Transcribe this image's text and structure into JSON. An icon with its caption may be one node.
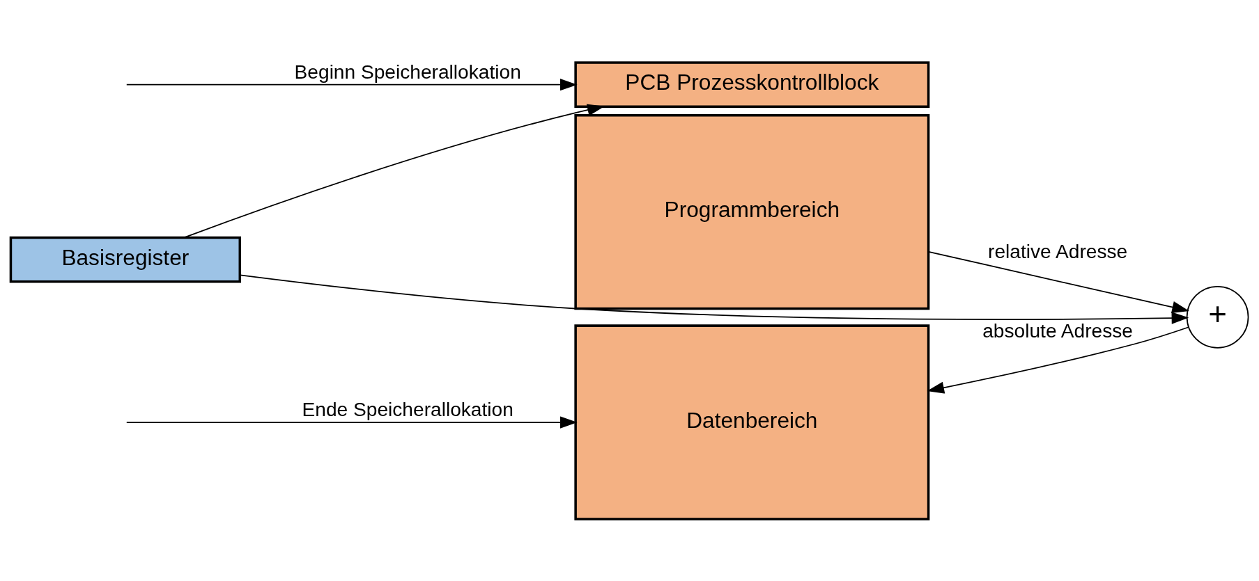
{
  "diagram": {
    "nodes": [
      {
        "text": [
          "Basisregister"
        ]
      },
      {
        "text": [
          "PCB Prozesskontrollblock"
        ]
      },
      {
        "text": [
          "Programmbereich"
        ]
      },
      {
        "text": [
          "Datenbereich"
        ]
      },
      {
        "text": [
          "+"
        ]
      }
    ],
    "edges": [
      {
        "from": null,
        "to": 1,
        "arrow": "to",
        "label": "Beginn Speicherallokation"
      },
      {
        "from": 0,
        "to": 1,
        "arrow": "to"
      },
      {
        "from": 2,
        "to": 4,
        "arrow": "to",
        "label": "relative Adresse"
      },
      {
        "from": 0,
        "to": 4,
        "arrow": "to"
      },
      {
        "from": 4,
        "to": 3,
        "arrow": "to",
        "label": "absolute Adresse"
      },
      {
        "from": null,
        "to": 3,
        "arrow": "to",
        "label": "Ende Speicherallokation"
      }
    ]
  }
}
